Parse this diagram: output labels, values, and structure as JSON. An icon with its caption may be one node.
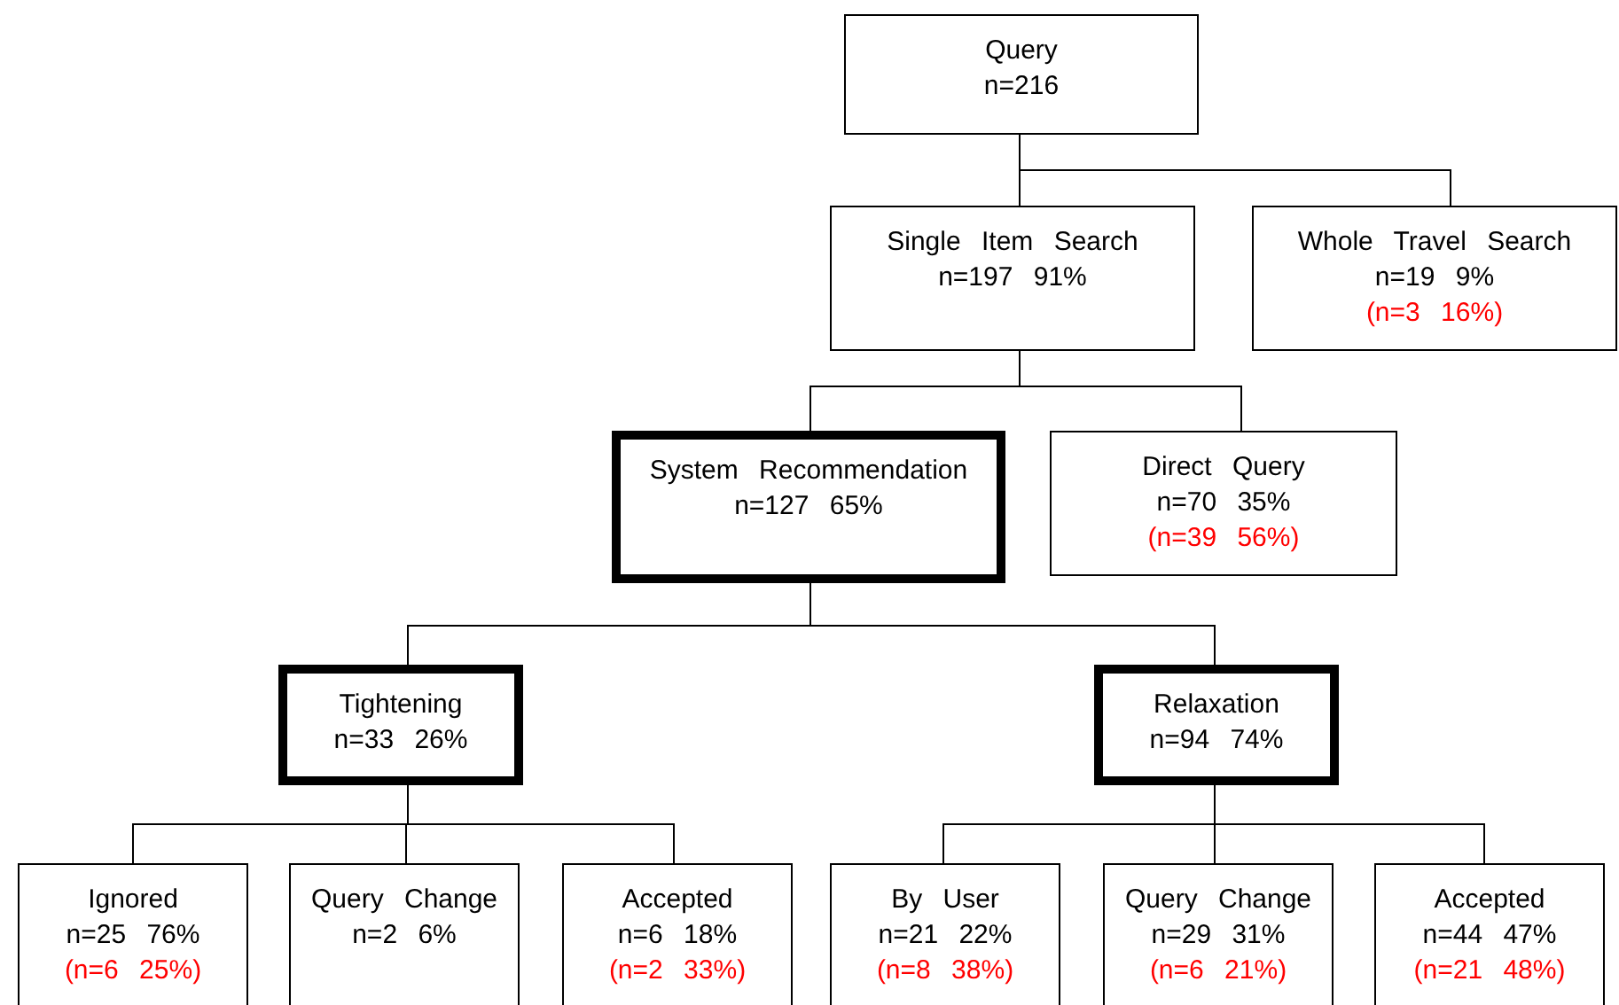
{
  "diagram": {
    "nodes": [
      {
        "text": [
          "Query",
          "n=216"
        ]
      },
      {
        "text": [
          "Single Item Search",
          "n=197 91%"
        ]
      },
      {
        "text": [
          "Whole Travel Search",
          "n=19 9%",
          "(n=3 16%)"
        ]
      },
      {
        "text": [
          "System Recommendation",
          "n=127 65%"
        ]
      },
      {
        "text": [
          "Direct Query",
          "n=70 35%",
          "(n=39 56%)"
        ]
      },
      {
        "text": [
          "Tightening",
          "n=33 26%"
        ]
      },
      {
        "text": [
          "Relaxation",
          "n=94 74%"
        ]
      },
      {
        "text": [
          "Ignored",
          "n=25 76%",
          "(n=6 25%)"
        ]
      },
      {
        "text": [
          "Query Change",
          "n=2 6%"
        ]
      },
      {
        "text": [
          "Accepted",
          "n=6 18%",
          "(n=2 33%)"
        ]
      },
      {
        "text": [
          "By User",
          "n=21 22%",
          "(n=8 38%)"
        ]
      },
      {
        "text": [
          "Query Change",
          "n=29 31%",
          "(n=6 21%)"
        ]
      },
      {
        "text": [
          "Accepted",
          "n=44 47%",
          "(n=21 48%)"
        ]
      }
    ],
    "edges": [
      {
        "from": 0,
        "to": 1,
        "arrow": "none"
      },
      {
        "from": 0,
        "to": 2,
        "arrow": "none"
      },
      {
        "from": 1,
        "to": 3,
        "arrow": "none"
      },
      {
        "from": 1,
        "to": 4,
        "arrow": "none"
      },
      {
        "from": 3,
        "to": 5,
        "arrow": "none"
      },
      {
        "from": 3,
        "to": 6,
        "arrow": "none"
      },
      {
        "from": 5,
        "to": 7,
        "arrow": "none"
      },
      {
        "from": 5,
        "to": 8,
        "arrow": "none"
      },
      {
        "from": 5,
        "to": 9,
        "arrow": "none"
      },
      {
        "from": 6,
        "to": 10,
        "arrow": "none"
      },
      {
        "from": 6,
        "to": 11,
        "arrow": "none"
      },
      {
        "from": 6,
        "to": 12,
        "arrow": "none"
      }
    ]
  }
}
